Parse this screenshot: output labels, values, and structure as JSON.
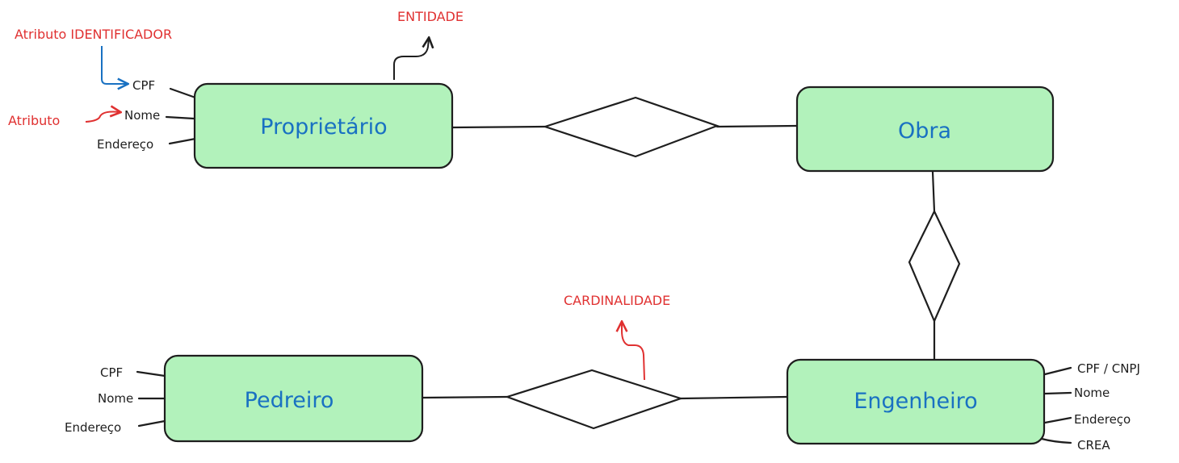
{
  "colors": {
    "entity_fill": "#b2f2bb",
    "entity_text": "#1971c2",
    "annotation_red": "#e03131",
    "annotation_blue": "#1971c2",
    "stroke": "#1e1e1e"
  },
  "entities": {
    "proprietario": "Proprietário",
    "obra": "Obra",
    "pedreiro": "Pedreiro",
    "engenheiro": "Engenheiro"
  },
  "attributes": {
    "proprietario": [
      "CPF",
      "Nome",
      "Endereço"
    ],
    "pedreiro": [
      "CPF",
      "Nome",
      "Endereço"
    ],
    "engenheiro": [
      "CPF / CNPJ",
      "Nome",
      "Endereço",
      "CREA"
    ]
  },
  "annotations": {
    "atributo_identificador": "Atributo IDENTIFICADOR",
    "atributo": "Atributo",
    "entidade": "ENTIDADE",
    "cardinalidade": "CARDINALIDADE"
  }
}
